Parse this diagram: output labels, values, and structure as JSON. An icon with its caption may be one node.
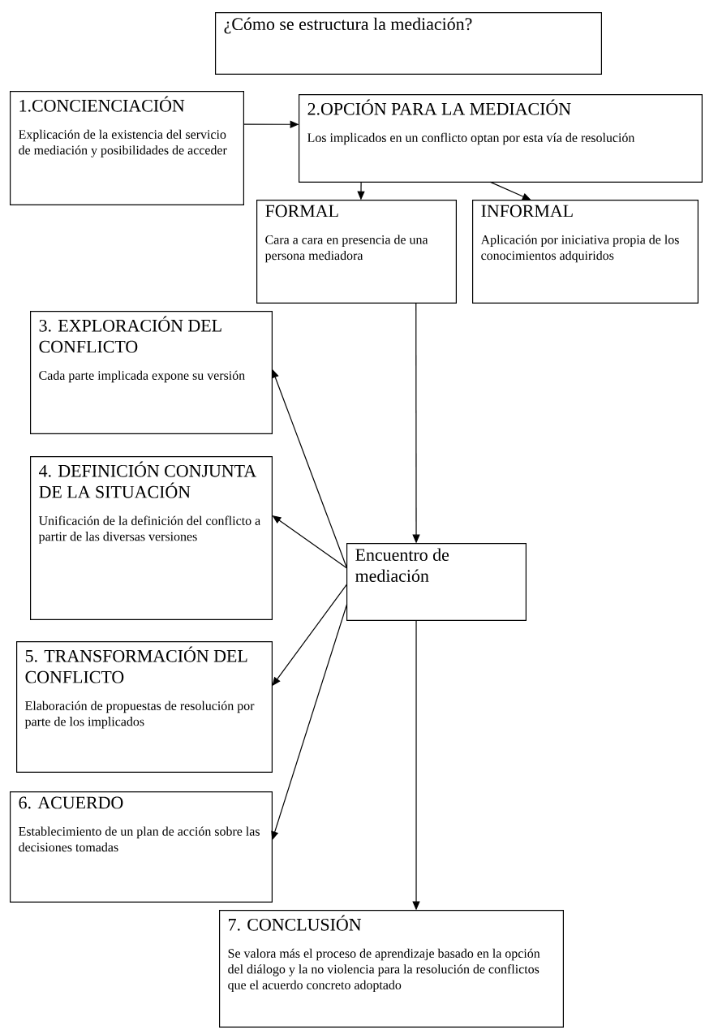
{
  "diagram": {
    "nodes": [
      {
        "text": [
          "¿Cómo se estructura la mediación?"
        ]
      },
      {
        "text": [
          "1.CONCIENCIACIÓN",
          "Explicación de la existencia del servicio de mediación y posibilidades de acceder"
        ]
      },
      {
        "text": [
          "2.OPCIÓN PARA LA MEDIACIÓN",
          "Los implicados en un conflicto optan por esta vía de resolución"
        ]
      },
      {
        "text": [
          "FORMAL",
          "Cara a cara en presencia de una persona mediadora"
        ]
      },
      {
        "text": [
          "INFORMAL",
          "Aplicación por iniciativa propia de los conocimientos adquiridos"
        ]
      },
      {
        "text": [
          "3. EXPLORACIÓN DEL CONFLICTO",
          "Cada parte implicada expone su versión"
        ]
      },
      {
        "text": [
          "4. DEFINICIÓN CONJUNTA DE LA SITUACIÓN",
          "Unificación de la definición del conflicto a partir de las diversas versiones"
        ]
      },
      {
        "text": [
          "5. TRANSFORMACIÓN DEL CONFLICTO",
          "Elaboración de propuestas de resolución por parte de los implicados"
        ]
      },
      {
        "text": [
          "6. ACUERDO",
          "Establecimiento de un plan de acción sobre las decisiones tomadas"
        ]
      },
      {
        "text": [
          "Encuentro de mediación"
        ]
      },
      {
        "text": [
          "7. CONCLUSIÓN",
          "Se valora más el proceso de aprendizaje basado en la opción del diálogo y la no violencia para la resolución de conflictos que el acuerdo concreto adoptado"
        ]
      }
    ],
    "edges": [
      {
        "from": 1,
        "to": 2,
        "arrow": "to"
      },
      {
        "from": 2,
        "to": 3,
        "arrow": "to"
      },
      {
        "from": 2,
        "to": 4,
        "arrow": "to"
      },
      {
        "from": 3,
        "to": 9,
        "arrow": "to"
      },
      {
        "from": 9,
        "to": 5,
        "arrow": "to"
      },
      {
        "from": 9,
        "to": 6,
        "arrow": "to"
      },
      {
        "from": 9,
        "to": 7,
        "arrow": "to"
      },
      {
        "from": 9,
        "to": 8,
        "arrow": "to"
      },
      {
        "from": 9,
        "to": 10,
        "arrow": "to"
      }
    ]
  }
}
